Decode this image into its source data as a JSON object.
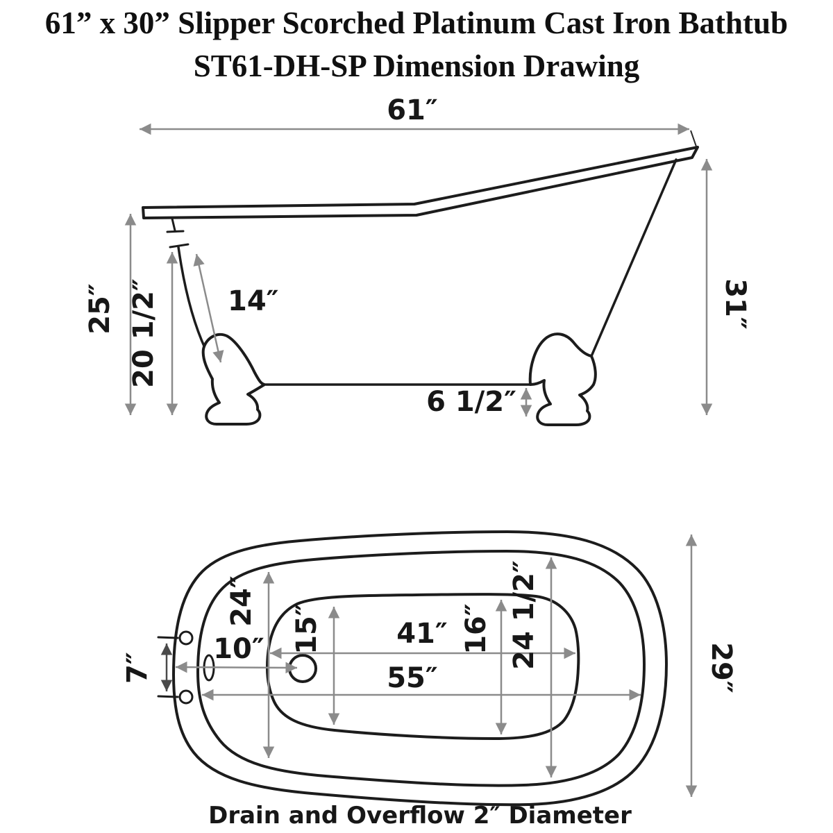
{
  "title": {
    "line1": "61” x 30” Slipper Scorched Platinum Cast Iron Bathtub",
    "line2": "ST61-DH-SP Dimension Drawing"
  },
  "side_view": {
    "overall_length": "61″",
    "height_left_end": "25″",
    "floor_to_rim": "20 1/2″",
    "slant_wall": "14″",
    "under_tub_clearance": "6 1/2″",
    "height_right_end": "31″"
  },
  "top_view": {
    "faucet_hole_spacing": "7″",
    "drain_offset": "10″",
    "interior_width_foot_end": "24″",
    "basin_width_drain_end": "15″",
    "basin_floor_length": "41″",
    "basin_width_head_end": "16″",
    "interior_width_head_end": "24 1/2″",
    "interior_length": "55″",
    "overall_width": "29″"
  },
  "caption": "Drain and Overflow 2″ Diameter",
  "colors": {
    "ink": "#1c1c1c",
    "dimension_gray": "#8b8b8b",
    "background": "#ffffff"
  }
}
